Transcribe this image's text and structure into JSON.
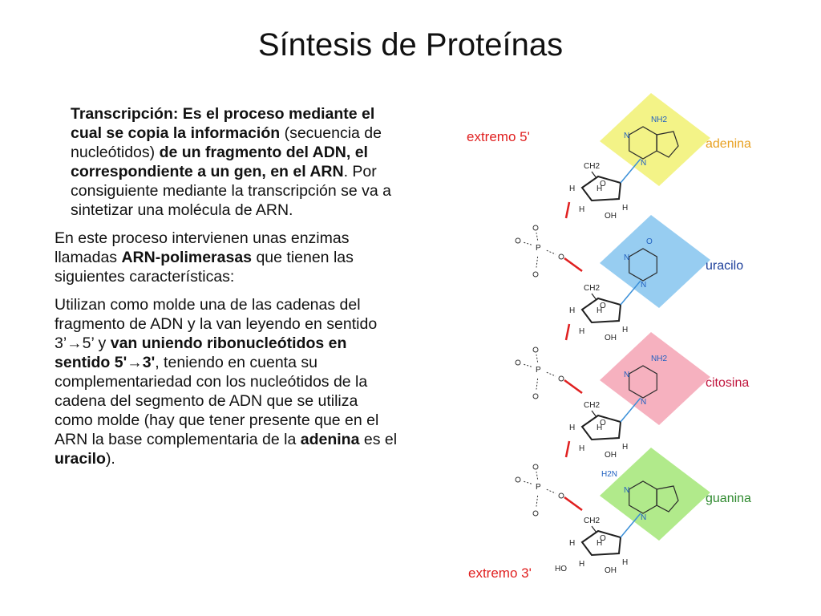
{
  "slide": {
    "title": "Síntesis de Proteínas",
    "paragraphs": [
      {
        "indent": true,
        "runs": [
          {
            "t": "Transcripción: Es el proceso mediante el cual se copia la información",
            "b": true
          },
          {
            "t": " (secuencia de nucleótidos) ",
            "b": false
          },
          {
            "t": "de un fragmento del ADN, el correspondiente a un gen, en el ARN",
            "b": true
          },
          {
            "t": ". Por consiguiente mediante la transcripción se va a sintetizar una molécula de ARN.",
            "b": false
          }
        ]
      },
      {
        "indent": false,
        "runs": [
          {
            "t": "En este proceso intervienen unas enzimas llamadas ",
            "b": false
          },
          {
            "t": "ARN-polimerasas",
            "b": true
          },
          {
            "t": " que tienen las siguientes características:",
            "b": false
          }
        ]
      },
      {
        "indent": false,
        "runs": [
          {
            "t": "Utilizan como molde una de las cadenas del fragmento de ADN y la van leyendo en sentido 3’→5’ y ",
            "b": false
          },
          {
            "t": "van uniendo ribonucleótidos en sentido 5'→3'",
            "b": true
          },
          {
            "t": ", teniendo en cuenta su complementariedad con los nucleótidos de la cadena del segmento de ADN que se utiliza como molde (hay  que tener presente que en el ARN la base complementaria de la ",
            "b": false
          },
          {
            "t": "adenina",
            "b": true
          },
          {
            "t": " es el ",
            "b": false
          },
          {
            "t": "uracilo",
            "b": true
          },
          {
            "t": ").",
            "b": false
          }
        ]
      }
    ]
  },
  "figure": {
    "end_top_label": "extremo 5'",
    "end_bottom_label": "extremo 3'",
    "bases": [
      {
        "name": "adenina",
        "box_color": "#f2f27a",
        "label_color": "#e8a020",
        "amine": "NH2"
      },
      {
        "name": "uracilo",
        "box_color": "#8cc8f0",
        "label_color": "#1d3f9a",
        "amine": ""
      },
      {
        "name": "citosina",
        "box_color": "#f5a8b8",
        "label_color": "#c0143c",
        "amine": "NH2"
      },
      {
        "name": "guanina",
        "box_color": "#a8e87e",
        "label_color": "#2f8a2f",
        "amine": "H2N"
      }
    ],
    "sugar_labels": {
      "ch2": "CH2",
      "oh": "OH",
      "ho": "HO",
      "h": "H",
      "o": "O",
      "p": "P",
      "n": "N"
    }
  }
}
